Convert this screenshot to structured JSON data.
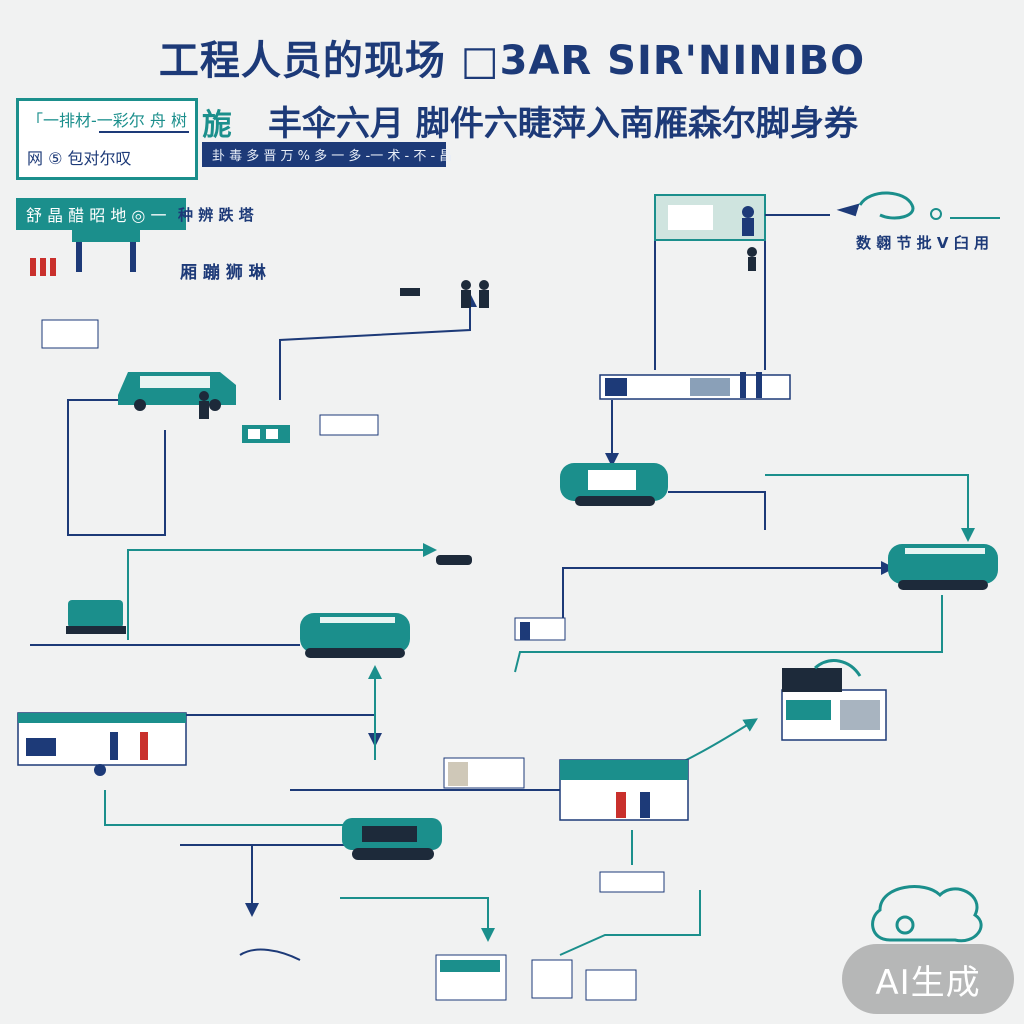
{
  "header": {
    "title": "工程人员的现场 □3AR SIR'NINIBO",
    "subtitle": "丰伞六月 脚件六睫萍入南雁森尔脚身券",
    "box_line1": "「一排材-一彩尔 舟 树",
    "box_line2": "网 ⑤ 包对尔叹",
    "box_side": "旎",
    "navy_bar": "卦 毒 多 晋 万 % 多 一 多 -一 术 - 不 - 昌",
    "teal_bar": "舒 晶 醋 昭 地 ◎ 一",
    "label_a": "种 辨 跌 塔",
    "label_b": "厢 蹦 狮 琳",
    "right_label": "数 翱 节 批 V 臼 用"
  },
  "watermark": {
    "text": "AI生成"
  },
  "colors": {
    "teal": "#1b8f8c",
    "navy": "#1d3a78",
    "background": "#f1f2f2"
  }
}
